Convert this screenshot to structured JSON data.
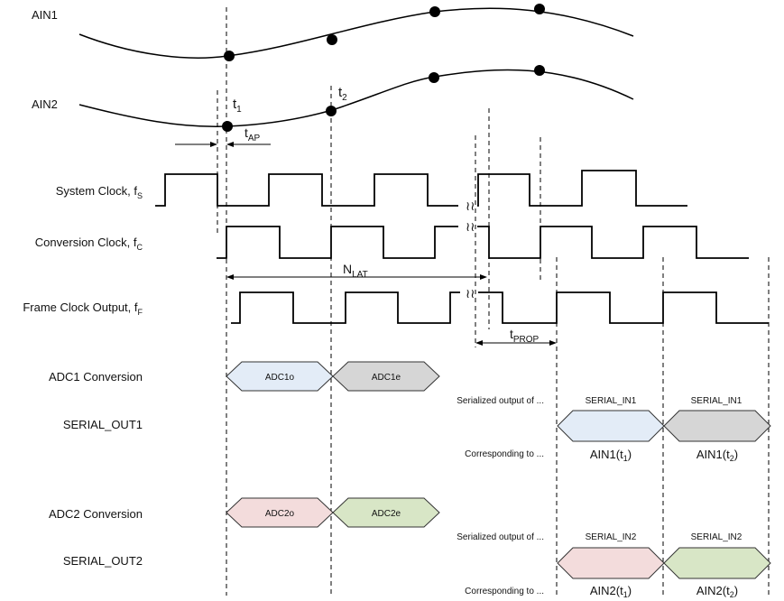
{
  "analog_inputs": [
    {
      "name": "AIN1"
    },
    {
      "name": "AIN2"
    }
  ],
  "sample_points": {
    "t1": {
      "base": "t",
      "sub": "1"
    },
    "t2": {
      "base": "t",
      "sub": "2"
    },
    "tap": {
      "base": "t",
      "sub": "AP"
    }
  },
  "clocks": {
    "system": {
      "base": "System Clock, f",
      "sub": "S"
    },
    "conversion": {
      "base": "Conversion Clock, f",
      "sub": "C"
    },
    "frame": {
      "base": "Frame Clock Output, f",
      "sub": "F"
    }
  },
  "latency": {
    "base": "N",
    "sub": "LAT"
  },
  "propagation": {
    "base": "t",
    "sub": "PROP"
  },
  "adc1": {
    "label": "ADC1 Conversion",
    "blocks": [
      {
        "text": "ADC1o",
        "color": "#e3ecf7"
      },
      {
        "text": "ADC1e",
        "color": "#d6d6d6"
      }
    ]
  },
  "serial_out1": {
    "label": "SERIAL_OUT1",
    "output_note": "Serialized output of ...",
    "corresponding_note": "Corresponding to ...",
    "blocks": [
      {
        "title": "SERIAL_IN1",
        "color": "#e3ecf7",
        "ref": {
          "base": "AIN1(t",
          "sub": "1",
          "tail": ")"
        }
      },
      {
        "title": "SERIAL_IN1",
        "color": "#d6d6d6",
        "ref": {
          "base": "AIN1(t",
          "sub": "2",
          "tail": ")"
        }
      }
    ]
  },
  "adc2": {
    "label": "ADC2 Conversion",
    "blocks": [
      {
        "text": "ADC2o",
        "color": "#f3dcdc"
      },
      {
        "text": "ADC2e",
        "color": "#d8e6c6"
      }
    ]
  },
  "serial_out2": {
    "label": "SERIAL_OUT2",
    "output_note": "Serialized output of ...",
    "corresponding_note": "Corresponding to ...",
    "blocks": [
      {
        "title": "SERIAL_IN2",
        "color": "#f3dcdc",
        "ref": {
          "base": "AIN2(t",
          "sub": "1",
          "tail": ")"
        }
      },
      {
        "title": "SERIAL_IN2",
        "color": "#d8e6c6",
        "ref": {
          "base": "AIN2(t",
          "sub": "2",
          "tail": ")"
        }
      }
    ]
  }
}
